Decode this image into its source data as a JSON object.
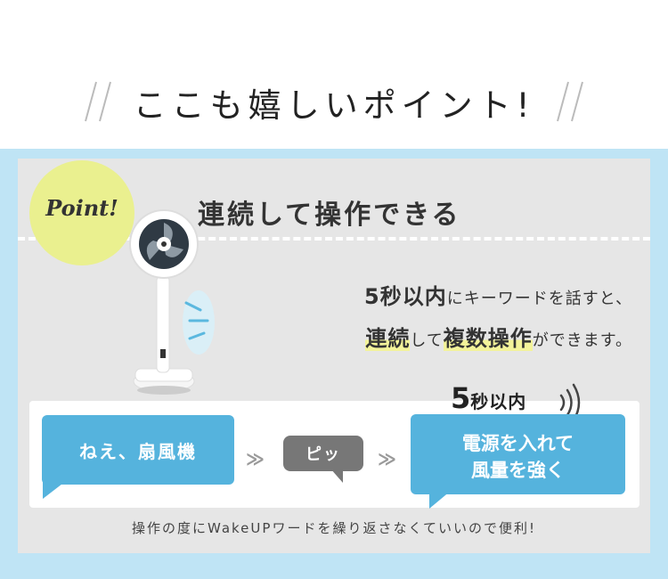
{
  "header": {
    "title": "ここも嬉しいポイント!"
  },
  "point": {
    "badge_label": "Point!",
    "title": "連続して操作できる"
  },
  "description": {
    "line1_number": "5秒以内",
    "line1_rest": "にキーワードを話すと、",
    "line2_hl1": "連続",
    "line2_mid": "して",
    "line2_hl2": "複数操作",
    "line2_rest": "ができます。"
  },
  "flow": {
    "bubble1": "ねえ、扇風機",
    "arrow": "≫",
    "bubble2": "ピッ",
    "timer_number": "5",
    "timer_unit": "秒以内",
    "bubble3_line1": "電源を入れて",
    "bubble3_line2": "風量を強く"
  },
  "footer": {
    "note": "操作の度にWakeUPワードを繰り返さなくていいので便利!"
  },
  "colors": {
    "frame_blue": "#bfe4f5",
    "panel_gray": "#e6e6e6",
    "bubble_blue": "#55b3dd",
    "badge_yellow": "#eaf08f",
    "highlight_yellow": "#f3f39a",
    "bubble_gray": "#777777"
  },
  "icons": [
    "fan-image",
    "voice-wave-icon",
    "chevron-right-icon",
    "sound-wave-icon"
  ]
}
